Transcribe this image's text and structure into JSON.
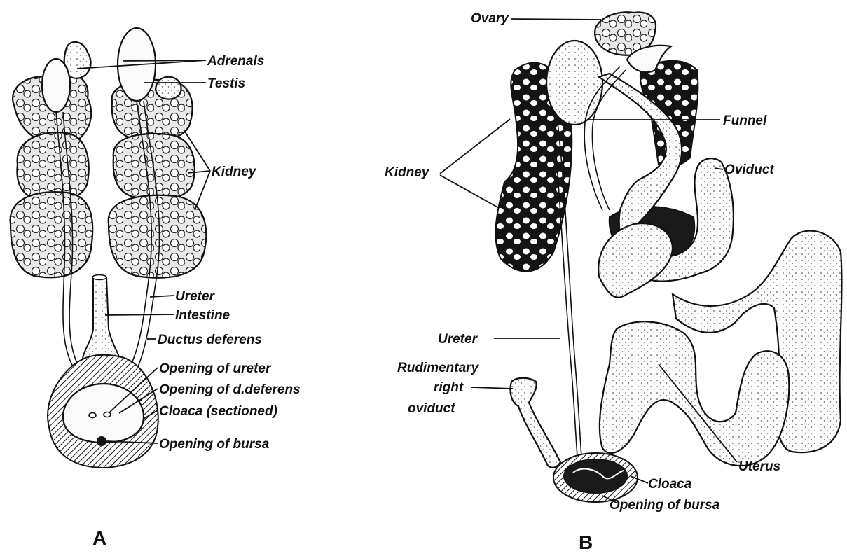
{
  "panels": {
    "a": "A",
    "b": "B"
  },
  "labels_a": {
    "adrenals": "Adrenals",
    "testis": "Testis",
    "kidney": "Kidney",
    "ureter": "Ureter",
    "intestine": "Intestine",
    "ductus_deferens": "Ductus deferens",
    "opening_ureter": "Opening of ureter",
    "opening_d_deferens": "Opening of d.deferens",
    "cloaca_sectioned": "Cloaca (sectioned)",
    "opening_bursa": "Opening of bursa"
  },
  "labels_b": {
    "ovary": "Ovary",
    "funnel": "Funnel",
    "kidney": "Kidney",
    "oviduct": "Oviduct",
    "ureter": "Ureter",
    "rudimentary_1": "Rudimentary",
    "rudimentary_2": "right",
    "rudimentary_3": "oviduct",
    "uterus": "Uterus",
    "cloaca": "Cloaca",
    "opening_bursa": "Opening of bursa"
  }
}
